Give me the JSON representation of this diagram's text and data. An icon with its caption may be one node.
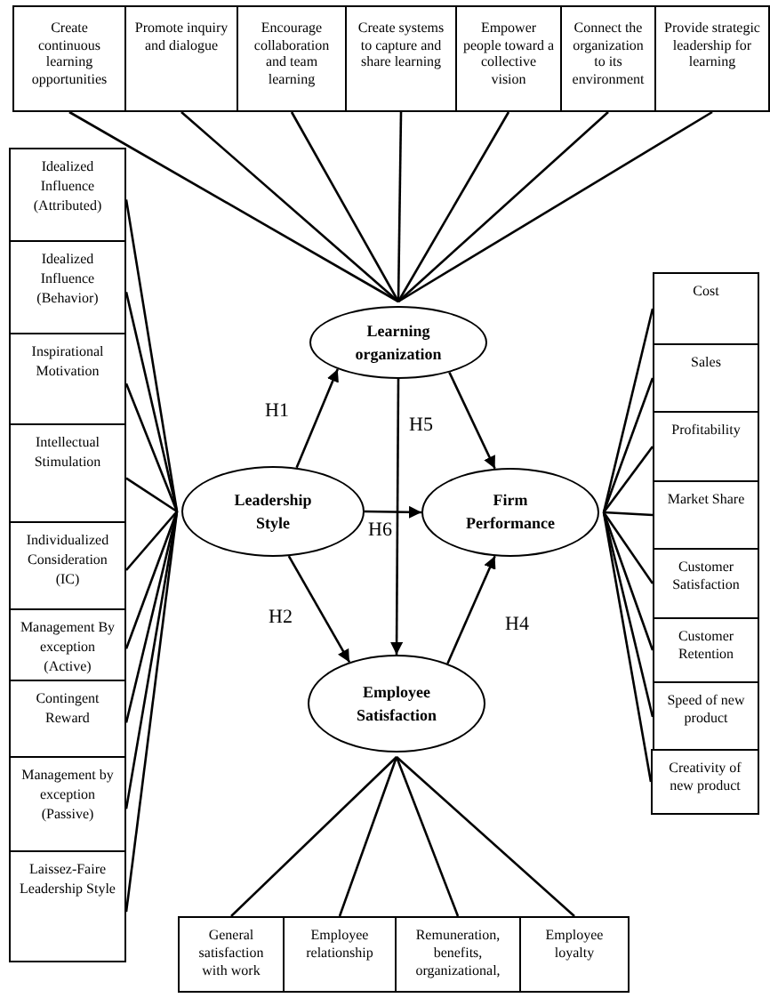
{
  "diagram": {
    "nodes": [
      {
        "text": [
          "Create continuous learning opportunities"
        ]
      },
      {
        "text": [
          "Promote inquiry and dialogue"
        ]
      },
      {
        "text": [
          "Encourage collaboration and team learning"
        ]
      },
      {
        "text": [
          "Create systems to capture and share learning"
        ]
      },
      {
        "text": [
          "Empower people toward a collective vision"
        ]
      },
      {
        "text": [
          "Connect the organization to its environment"
        ]
      },
      {
        "text": [
          "Provide strategic leadership for learning"
        ]
      },
      {
        "text": [
          "Learning organization"
        ]
      },
      {
        "text": [
          "Idealized Influence (Attributed)"
        ]
      },
      {
        "text": [
          "Idealized Influence (Behavior)"
        ]
      },
      {
        "text": [
          "Inspirational Motivation"
        ]
      },
      {
        "text": [
          "Intellectual Stimulation"
        ]
      },
      {
        "text": [
          "Individualized Consideration (IC)"
        ]
      },
      {
        "text": [
          "Management By exception (Active)"
        ]
      },
      {
        "text": [
          "Contingent Reward"
        ]
      },
      {
        "text": [
          "Management by exception (Passive)"
        ]
      },
      {
        "text": [
          "Laissez-Faire Leadership Style"
        ]
      },
      {
        "text": [
          "Leadership Style"
        ]
      },
      {
        "text": [
          "Firm Performance"
        ]
      },
      {
        "text": [
          "Cost"
        ]
      },
      {
        "text": [
          "Sales"
        ]
      },
      {
        "text": [
          "Profitability"
        ]
      },
      {
        "text": [
          "Market Share"
        ]
      },
      {
        "text": [
          "Customer Satisfaction"
        ]
      },
      {
        "text": [
          "Customer Retention"
        ]
      },
      {
        "text": [
          "Speed of new product"
        ]
      },
      {
        "text": [
          "Creativity of new product"
        ]
      },
      {
        "text": [
          "Employee Satisfaction"
        ]
      },
      {
        "text": [
          "General satisfaction with work"
        ]
      },
      {
        "text": [
          "Employee relationship"
        ]
      },
      {
        "text": [
          "Remuneration, benefits, organizational,"
        ]
      },
      {
        "text": [
          "Employee loyalty"
        ]
      }
    ],
    "edges": [
      {
        "from": 17,
        "to": 7,
        "arrow": "to",
        "label": "H1"
      },
      {
        "from": 17,
        "to": 27,
        "arrow": "to",
        "label": "H2"
      },
      {
        "from": 7,
        "to": 18,
        "arrow": "to"
      },
      {
        "from": 27,
        "to": 18,
        "arrow": "to",
        "label": "H4"
      },
      {
        "from": 7,
        "to": 27,
        "arrow": "to",
        "label": "H5"
      },
      {
        "from": 17,
        "to": 18,
        "arrow": "to",
        "label": "H6"
      },
      {
        "from": 0,
        "to": 7,
        "arrow": "none"
      },
      {
        "from": 1,
        "to": 7,
        "arrow": "none"
      },
      {
        "from": 2,
        "to": 7,
        "arrow": "none"
      },
      {
        "from": 3,
        "to": 7,
        "arrow": "none"
      },
      {
        "from": 4,
        "to": 7,
        "arrow": "none"
      },
      {
        "from": 5,
        "to": 7,
        "arrow": "none"
      },
      {
        "from": 6,
        "to": 7,
        "arrow": "none"
      },
      {
        "from": 8,
        "to": 17,
        "arrow": "none"
      },
      {
        "from": 9,
        "to": 17,
        "arrow": "none"
      },
      {
        "from": 10,
        "to": 17,
        "arrow": "none"
      },
      {
        "from": 11,
        "to": 17,
        "arrow": "none"
      },
      {
        "from": 12,
        "to": 17,
        "arrow": "none"
      },
      {
        "from": 13,
        "to": 17,
        "arrow": "none"
      },
      {
        "from": 14,
        "to": 17,
        "arrow": "none"
      },
      {
        "from": 15,
        "to": 17,
        "arrow": "none"
      },
      {
        "from": 16,
        "to": 17,
        "arrow": "none"
      },
      {
        "from": 18,
        "to": 19,
        "arrow": "none"
      },
      {
        "from": 18,
        "to": 20,
        "arrow": "none"
      },
      {
        "from": 18,
        "to": 21,
        "arrow": "none"
      },
      {
        "from": 18,
        "to": 22,
        "arrow": "none"
      },
      {
        "from": 18,
        "to": 23,
        "arrow": "none"
      },
      {
        "from": 18,
        "to": 24,
        "arrow": "none"
      },
      {
        "from": 18,
        "to": 25,
        "arrow": "none"
      },
      {
        "from": 18,
        "to": 26,
        "arrow": "none"
      },
      {
        "from": 27,
        "to": 28,
        "arrow": "none"
      },
      {
        "from": 27,
        "to": 29,
        "arrow": "none"
      },
      {
        "from": 27,
        "to": 30,
        "arrow": "none"
      },
      {
        "from": 27,
        "to": 31,
        "arrow": "none"
      }
    ]
  }
}
